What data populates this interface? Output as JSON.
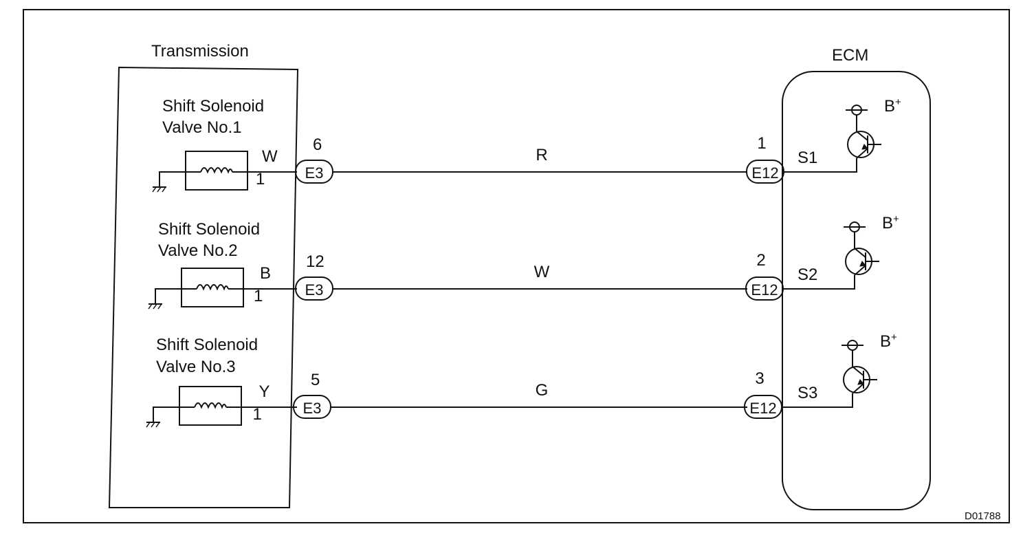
{
  "diagram_id": "D01788",
  "transmission": {
    "title": "Transmission",
    "valves": [
      {
        "name_line1": "Shift Solenoid",
        "name_line2": "Valve No.1",
        "wire_color": "W",
        "pin": "1",
        "connector": "E3",
        "connector_pin": "6"
      },
      {
        "name_line1": "Shift  Solenoid",
        "name_line2": "Valve No.2",
        "wire_color": "B",
        "pin": "1",
        "connector": "E3",
        "connector_pin": "12"
      },
      {
        "name_line1": "Shift Solenoid",
        "name_line2": "Valve No.3",
        "wire_color": "Y",
        "pin": "1",
        "connector": "E3",
        "connector_pin": "5"
      }
    ]
  },
  "harness": {
    "wires": [
      {
        "color": "R"
      },
      {
        "color": "W"
      },
      {
        "color": "G"
      }
    ]
  },
  "ecm": {
    "title": "ECM",
    "outputs": [
      {
        "connector": "E12",
        "connector_pin": "1",
        "signal": "S1",
        "supply": "B",
        "supply_sup": "+"
      },
      {
        "connector": "E12",
        "connector_pin": "2",
        "signal": "S2",
        "supply": "B",
        "supply_sup": "+"
      },
      {
        "connector": "E12",
        "connector_pin": "3",
        "signal": "S3",
        "supply": "B",
        "supply_sup": "+"
      }
    ]
  }
}
